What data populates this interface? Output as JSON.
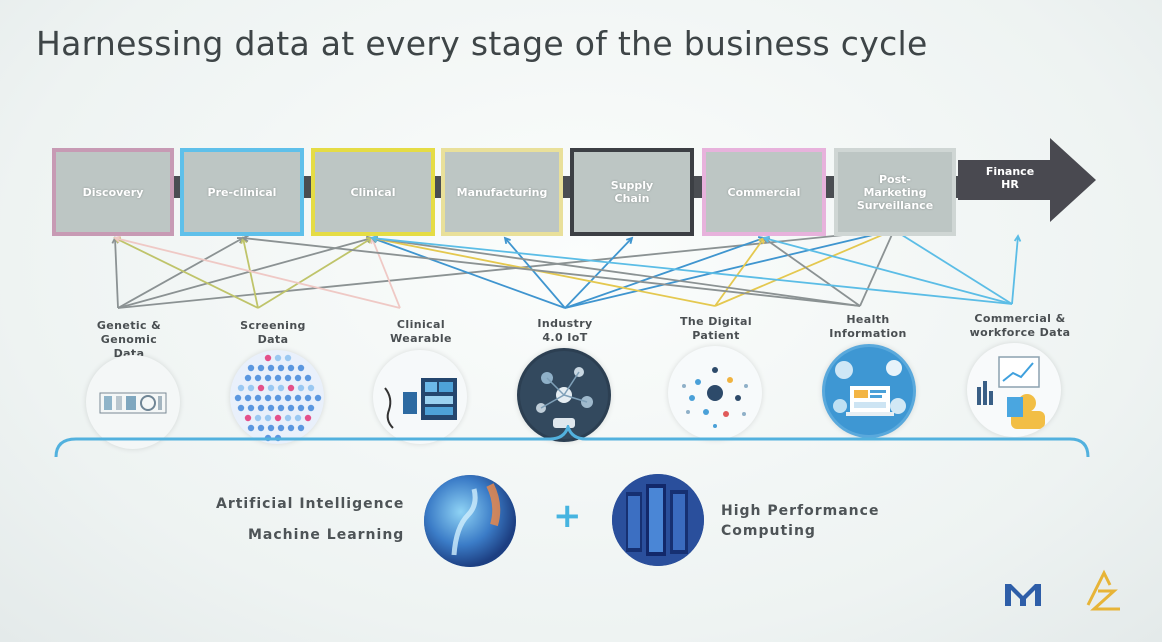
{
  "title": "Harnessing data at every stage of the business cycle",
  "stages": [
    {
      "label": "Discovery",
      "color": "#c79ab4"
    },
    {
      "label": "Pre-clinical",
      "color": "#5fc0ea"
    },
    {
      "label": "Clinical",
      "color": "#e5dc45"
    },
    {
      "label": "Manufacturing",
      "color": "#e9e09a"
    },
    {
      "label": "Supply\nChain",
      "color": "#3c3f44"
    },
    {
      "label": "Commercial",
      "color": "#e7b2dc"
    },
    {
      "label": "Post-\nMarketing\nSurveillance",
      "color": "#cfd6d4"
    }
  ],
  "finance": {
    "label": "Finance\nHR",
    "color": "#494950"
  },
  "sources": [
    {
      "label": "Genetic &\nGenomic\nData",
      "icon": "genomic-data-icon"
    },
    {
      "label": "Screening\nData",
      "icon": "screening-data-icon"
    },
    {
      "label": "Clinical\nWearable",
      "icon": "wearable-icon"
    },
    {
      "label": "Industry\n4.0 IoT",
      "icon": "iot-icon"
    },
    {
      "label": "The Digital\nPatient",
      "icon": "digital-patient-icon"
    },
    {
      "label": "Health\nInformation",
      "icon": "health-info-icon"
    },
    {
      "label": "Commercial &\nworkforce Data",
      "icon": "commercial-data-icon"
    }
  ],
  "link_colors": {
    "gray": "#8b9293",
    "olive": "#bfc46a",
    "pink": "#efc9c5",
    "blue": "#3f95cf",
    "yellow": "#e4c84f",
    "cyan": "#5bbde6"
  },
  "tech": {
    "ai": "Artificial Intelligence",
    "ml": "Machine Learning",
    "plus": "+",
    "hpc_line1": "High Performance",
    "hpc_line2": "Computing"
  },
  "brace_color": "#52b1de"
}
